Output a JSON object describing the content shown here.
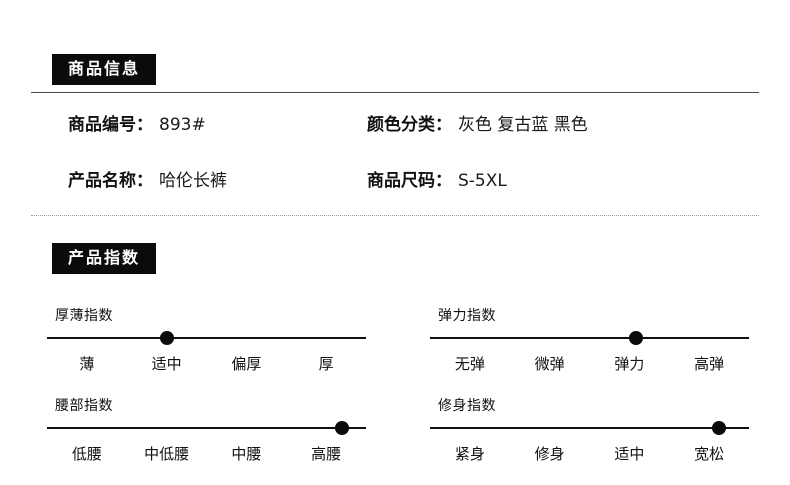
{
  "sections": {
    "info": {
      "badge_label": "商品信息",
      "rows": [
        {
          "left": {
            "label": "商品编号：",
            "value": "893#"
          },
          "right": {
            "label": "颜色分类：",
            "value": "灰色 复古蓝 黑色"
          }
        },
        {
          "left": {
            "label": "产品名称：",
            "value": "哈伦长裤"
          },
          "right": {
            "label": "商品尺码：",
            "value": "S-5XL"
          }
        }
      ]
    },
    "index": {
      "badge_label": "产品指数",
      "sliders": [
        {
          "title": "厚薄指数",
          "labels": [
            "薄",
            "适中",
            "偏厚",
            "厚"
          ],
          "selected_index": 1,
          "selected_label": "适中",
          "marker_percent": 37.5
        },
        {
          "title": "弹力指数",
          "labels": [
            "无弹",
            "微弹",
            "弹力",
            "高弹"
          ],
          "selected_index": 2,
          "selected_label": "弹力",
          "marker_percent": 64.5
        },
        {
          "title": "腰部指数",
          "labels": [
            "低腰",
            "中低腰",
            "中腰",
            "高腰"
          ],
          "selected_index": 3,
          "selected_label": "高腰",
          "marker_percent": 92.5
        },
        {
          "title": "修身指数",
          "labels": [
            "紧身",
            "修身",
            "适中",
            "宽松"
          ],
          "selected_index": 3,
          "selected_label": "宽松",
          "marker_percent": 90.5
        }
      ]
    }
  },
  "colors": {
    "badge_background": "#0b0b0b",
    "badge_text": "#ffffff",
    "track": "#111111",
    "marker": "#0b0b0b",
    "rule_solid": "#4a4a4a",
    "rule_dotted": "#9a9aa0",
    "page_background": "#ffffff"
  }
}
